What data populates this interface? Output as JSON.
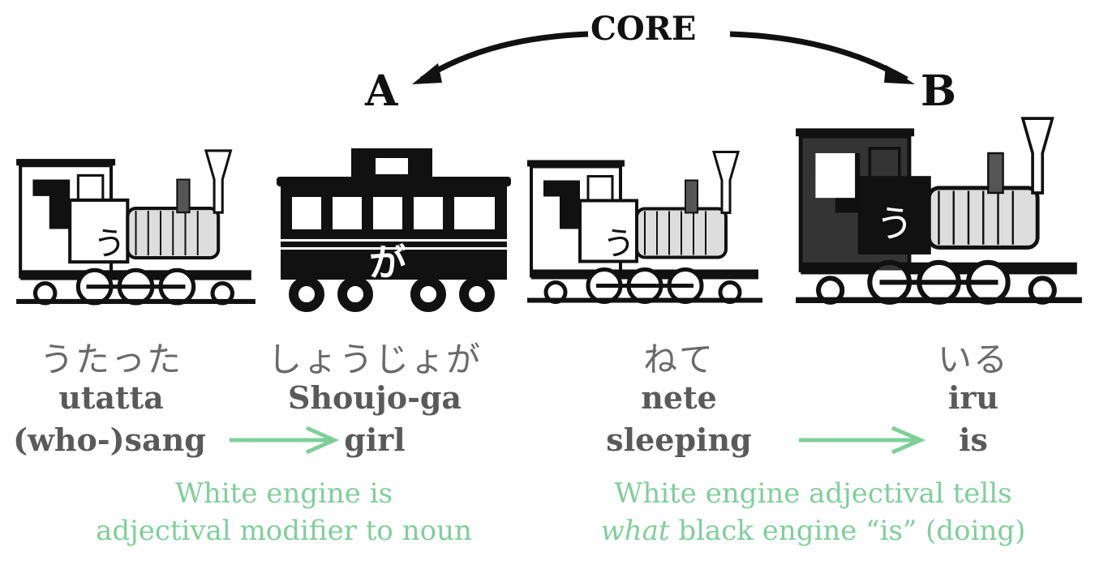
{
  "header": {
    "core": "CORE",
    "label_a": "A",
    "label_b": "B"
  },
  "trains": [
    {
      "kind": "white-engine",
      "glyph": "う"
    },
    {
      "kind": "caboose",
      "glyph": "が"
    },
    {
      "kind": "white-engine",
      "glyph": "う"
    },
    {
      "kind": "black-engine",
      "glyph": "う"
    }
  ],
  "words": [
    {
      "kana": "うたった",
      "romaji": "utatta",
      "english": "(who-)sang"
    },
    {
      "kana": "しょうじょが",
      "romaji": "Shoujo-ga",
      "english": "girl"
    },
    {
      "kana": "ねて",
      "romaji": "nete",
      "english": "sleeping"
    },
    {
      "kana": "いる",
      "romaji": "iru",
      "english": "is"
    }
  ],
  "notes": {
    "left": [
      "White engine is",
      "adjectival modifier to noun"
    ],
    "right_line1": "White engine adjectival tells",
    "right_line2_em": "what",
    "right_line2_rest": " black engine “is” (doing)"
  },
  "colors": {
    "green": "#7fcf9a",
    "gray": "#5a5a5a",
    "black": "#111111"
  }
}
